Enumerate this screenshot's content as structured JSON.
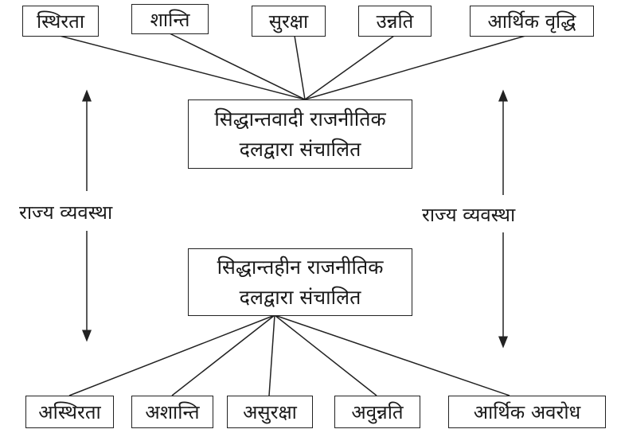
{
  "top_outcomes": [
    "स्थिरता",
    "शान्ति",
    "सुरक्षा",
    "उन्नति",
    "आर्थिक वृद्धि"
  ],
  "top_center": {
    "line1": "सिद्धान्तवादी राजनीतिक",
    "line2": "दलद्वारा संचालित"
  },
  "bottom_center": {
    "line1": "सिद्धान्तहीन राजनीतिक",
    "line2": "दलद्वारा संचालित"
  },
  "bottom_outcomes": [
    "अस्थिरता",
    "अशान्ति",
    "असुरक्षा",
    "अवुन्नति",
    "आर्थिक अवरोध"
  ],
  "side_labels": {
    "left": "राज्य व्यवस्था",
    "right": "राज्य व्यवस्था"
  }
}
